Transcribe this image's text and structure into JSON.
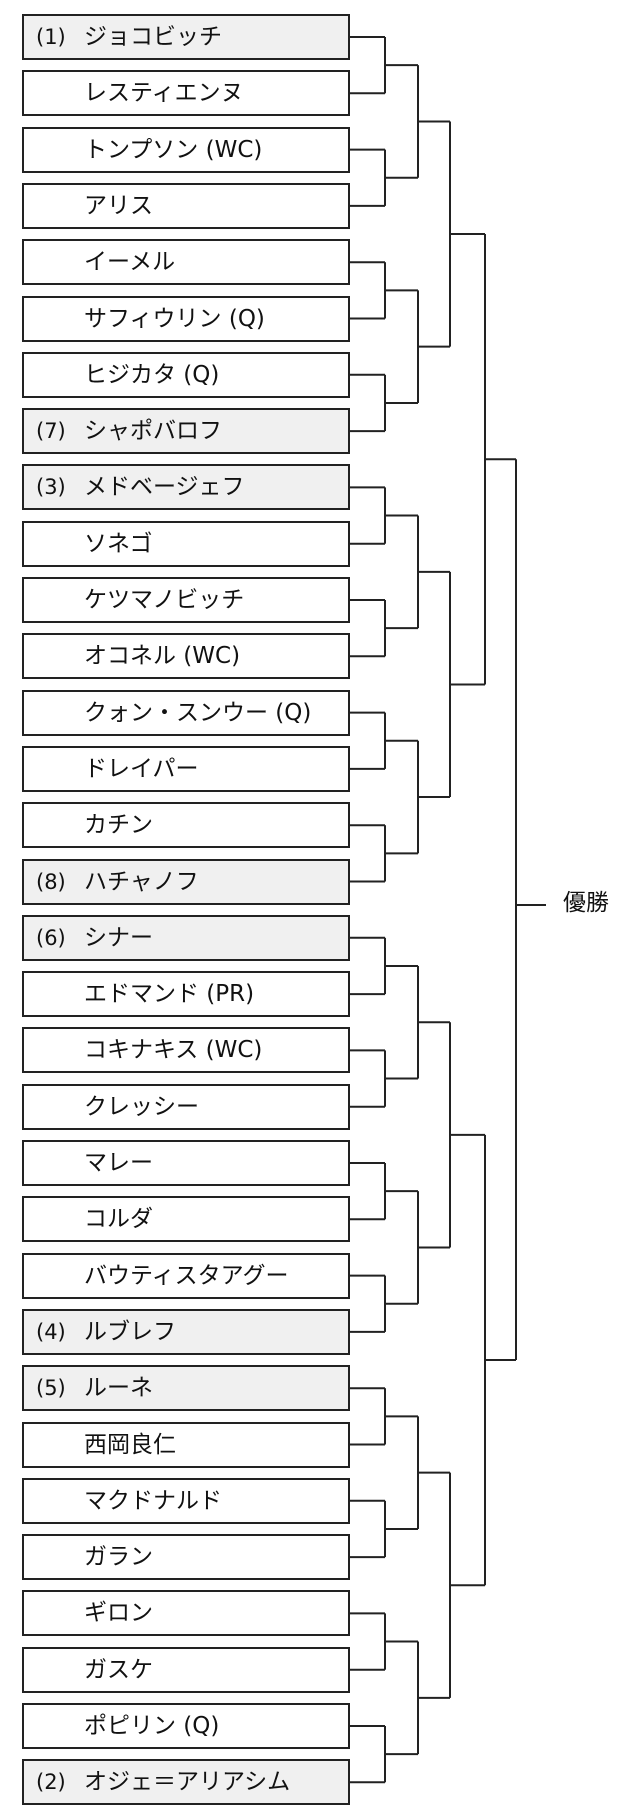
{
  "entries": [
    {
      "seed": "(1)",
      "name": "ジョコビッチ"
    },
    {
      "seed": "",
      "name": "レスティエンヌ"
    },
    {
      "seed": "",
      "name": "トンプソン (WC)"
    },
    {
      "seed": "",
      "name": "アリス"
    },
    {
      "seed": "",
      "name": "イーメル"
    },
    {
      "seed": "",
      "name": "サフィウリン (Q)"
    },
    {
      "seed": "",
      "name": "ヒジカタ (Q)"
    },
    {
      "seed": "(7)",
      "name": "シャポバロフ"
    },
    {
      "seed": "(3)",
      "name": "メドベージェフ"
    },
    {
      "seed": "",
      "name": "ソネゴ"
    },
    {
      "seed": "",
      "name": "ケツマノビッチ"
    },
    {
      "seed": "",
      "name": "オコネル (WC)"
    },
    {
      "seed": "",
      "name": "クォン・スンウー (Q)"
    },
    {
      "seed": "",
      "name": "ドレイパー"
    },
    {
      "seed": "",
      "name": "カチン"
    },
    {
      "seed": "(8)",
      "name": "ハチャノフ"
    },
    {
      "seed": "(6)",
      "name": "シナー"
    },
    {
      "seed": "",
      "name": "エドマンド (PR)"
    },
    {
      "seed": "",
      "name": "コキナキス (WC)"
    },
    {
      "seed": "",
      "name": "クレッシー"
    },
    {
      "seed": "",
      "name": "マレー"
    },
    {
      "seed": "",
      "name": "コルダ"
    },
    {
      "seed": "",
      "name": "バウティスタアグー"
    },
    {
      "seed": "(4)",
      "name": "ルブレフ"
    },
    {
      "seed": "(5)",
      "name": "ルーネ"
    },
    {
      "seed": "",
      "name": "西岡良仁"
    },
    {
      "seed": "",
      "name": "マクドナルド"
    },
    {
      "seed": "",
      "name": "ガラン"
    },
    {
      "seed": "",
      "name": "ギロン"
    },
    {
      "seed": "",
      "name": "ガスケ"
    },
    {
      "seed": "",
      "name": "ポピリン (Q)"
    },
    {
      "seed": "(2)",
      "name": "オジェ＝アリアシム"
    }
  ],
  "winner_label": "優勝",
  "colors": {
    "seeded_fill": "#f0f0f0",
    "line": "#222222",
    "unseeded_fill": "#ffffff"
  }
}
